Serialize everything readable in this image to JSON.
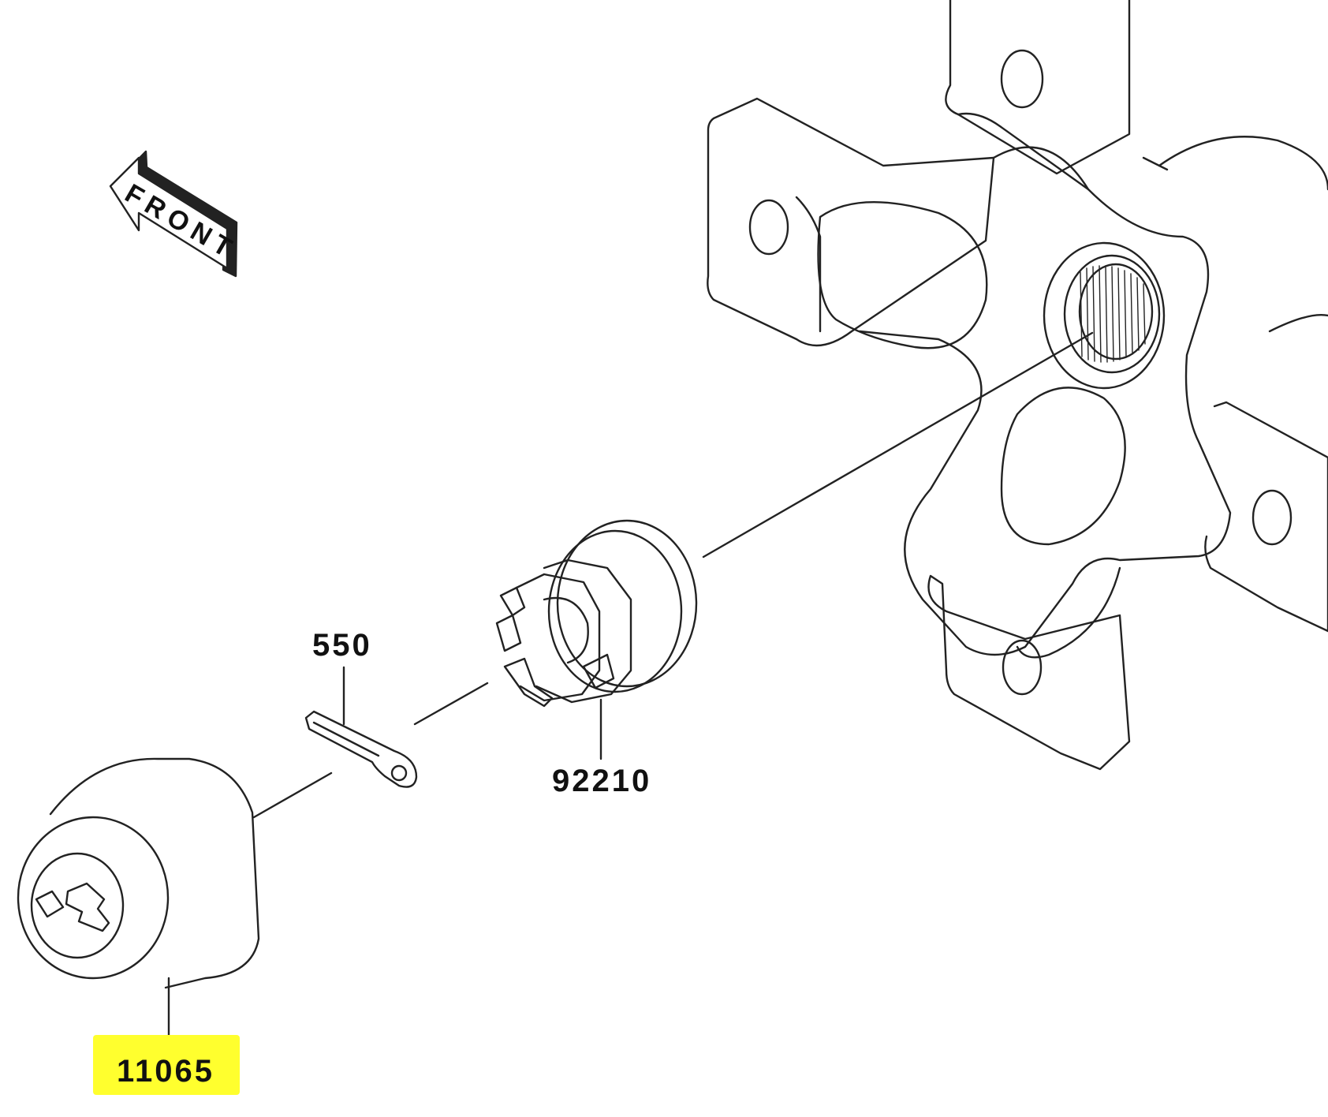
{
  "front_indicator": {
    "text": "FRONT"
  },
  "parts": [
    {
      "number": "550",
      "description_icon": "cotter-pin"
    },
    {
      "number": "92210",
      "description_icon": "castle-nut"
    },
    {
      "number": "11065",
      "description_icon": "hub-cap",
      "highlighted": true
    }
  ],
  "colors": {
    "highlight": "#ffff2e",
    "line": "#222222",
    "background": "#ffffff"
  }
}
